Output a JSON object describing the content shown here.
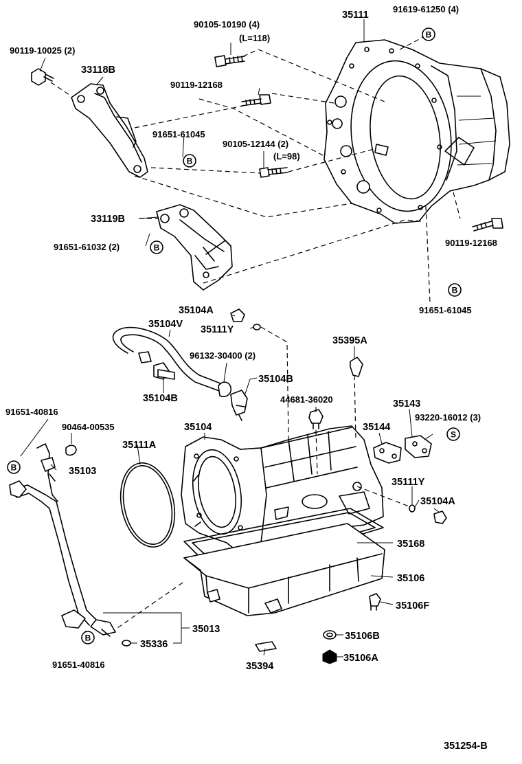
{
  "labels": {
    "p90105_10190": "90105-10190 (4)",
    "l118": "(L=118)",
    "p35111": "35111",
    "p91619_61250": "91619-61250 (4)",
    "p90119_10025": "90119-10025 (2)",
    "p33118b": "33118B",
    "p90119_12168_top": "90119-12168",
    "p91651_61045_top": "91651-61045",
    "p90105_12144": "90105-12144 (2)",
    "l98": "(L=98)",
    "p33119b": "33119B",
    "p91651_61032": "91651-61032 (2)",
    "p90119_12168_right": "90119-12168",
    "p91651_61045_right": "91651-61045",
    "p35104a_top": "35104A",
    "p35104v": "35104V",
    "p35111y_top": "35111Y",
    "p96132_30400": "96132-30400 (2)",
    "p35395a": "35395A",
    "p35104b_right": "35104B",
    "p35104b_left": "35104B",
    "p44681_36020": "44681-36020",
    "p35143": "35143",
    "p93220_16012": "93220-16012 (3)",
    "p91651_40816_top": "91651-40816",
    "p90464_00535": "90464-00535",
    "p35104": "35104",
    "p35111a": "35111A",
    "p35144": "35144",
    "p35103": "35103",
    "p35111y_right": "35111Y",
    "p35104a_right": "35104A",
    "p35168": "35168",
    "p35106": "35106",
    "p35106f": "35106F",
    "p35013": "35013",
    "p35106b": "35106B",
    "p35336": "35336",
    "p91651_40816_bottom": "91651-40816",
    "p35394": "35394",
    "p35106a": "35106A",
    "diagram_id": "351254-B"
  },
  "markers": {
    "b": "B",
    "s": "S"
  }
}
